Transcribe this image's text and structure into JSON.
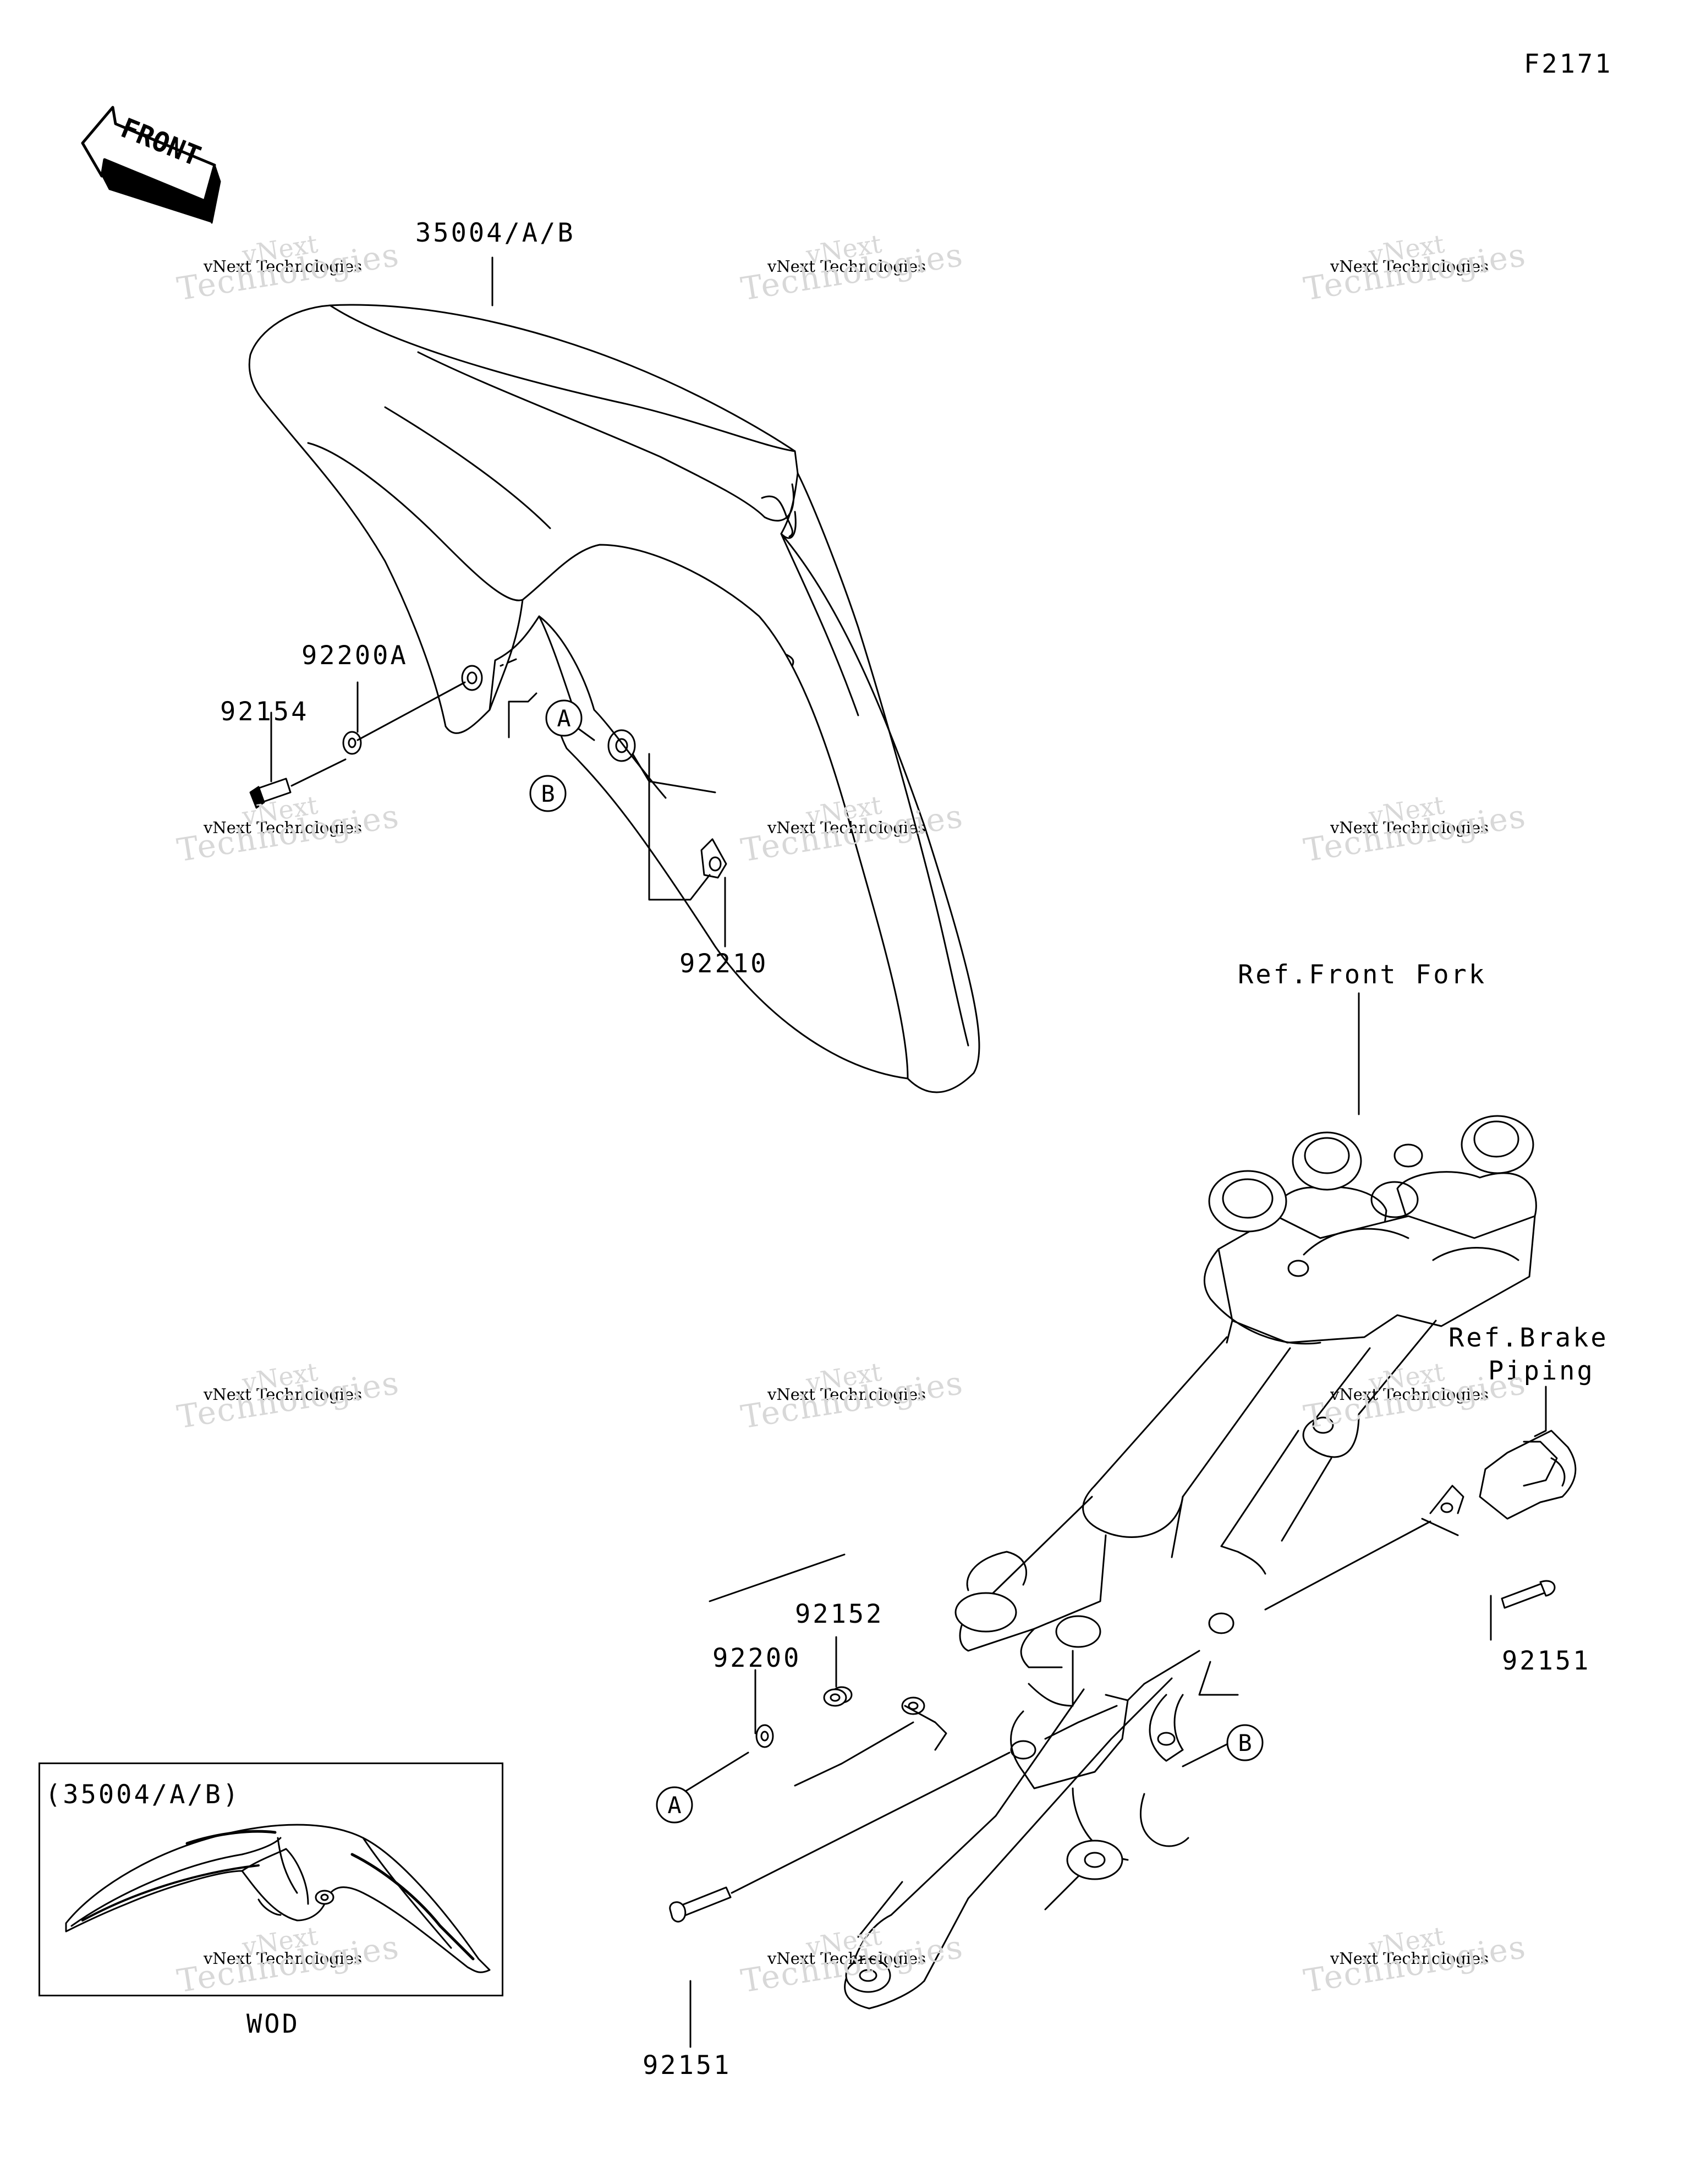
{
  "figure_id": "F2171",
  "front_arrow_label": "FRONT",
  "parts": {
    "fender": "35004/A/B",
    "washer_upper": "92200A",
    "bolt_upper": "92154",
    "nut": "92210",
    "ref_front_fork": "Ref.Front Fork",
    "ref_brake_piping_line1": "Ref.Brake",
    "ref_brake_piping_line2": "Piping",
    "collar": "92152",
    "washer_lower": "92200",
    "bolt_right": "92151",
    "bolt_lower": "92151"
  },
  "callouts": {
    "a_upper": "A",
    "b_upper": "B",
    "a_lower": "A",
    "b_lower": "B"
  },
  "inset": {
    "title": "(35004/A/B)",
    "caption": "WOD"
  },
  "watermark": {
    "line1": "vNext Technologies",
    "line2": "Technologies",
    "line3": "vNext"
  },
  "colors": {
    "line": "#000000",
    "watermark": "#d8d8d8"
  }
}
